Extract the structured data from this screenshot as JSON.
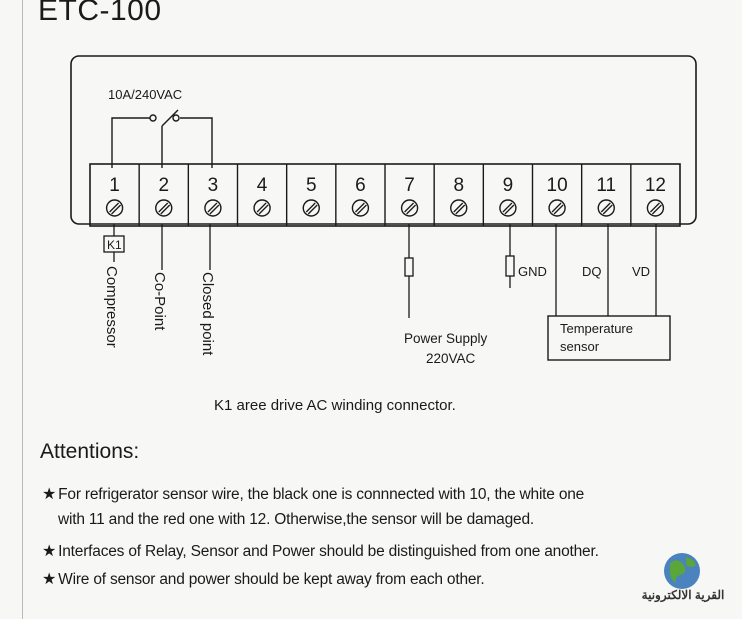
{
  "title": "ETC-100",
  "relay_rating": "10A/240VAC",
  "terminals": [
    "1",
    "2",
    "3",
    "4",
    "5",
    "6",
    "7",
    "8",
    "9",
    "10",
    "11",
    "12"
  ],
  "labels": {
    "k1": "K1",
    "compressor": "Compressor",
    "co_point": "Co-Point",
    "closed_point": "Closed point",
    "power_supply_line1": "Power Supply",
    "power_supply_line2": "220VAC",
    "gnd": "GND",
    "dq": "DQ",
    "vd": "VD",
    "temp_sensor_line1": "Temperature",
    "temp_sensor_line2": "sensor"
  },
  "caption": "K1 aree drive AC winding connector.",
  "attentions": {
    "heading": "Attentions:",
    "items": [
      "For refrigerator sensor wire, the black one is connnected with 10, the white one",
      "with 11 and the red one with 12. Otherwise,the sensor will be damaged.",
      "Interfaces of Relay, Sensor and Power should be distinguished from one another.",
      "Wire of sensor and power should be kept away from each other."
    ]
  },
  "watermark": "القرية الالكترونية",
  "colors": {
    "ink": "#1a1a1a",
    "paper": "#f7f7f5"
  }
}
